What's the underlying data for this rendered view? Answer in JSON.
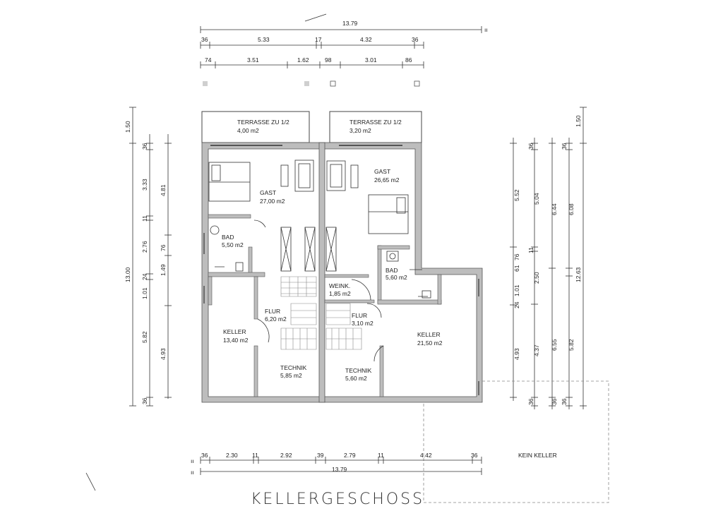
{
  "title": "KELLERGESCHOSS",
  "rooms": {
    "terrasse_left": {
      "name": "TERRASSE ZU 1/2",
      "area": "4,00 m2"
    },
    "terrasse_right": {
      "name": "TERRASSE ZU 1/2",
      "area": "3,20 m2"
    },
    "gast_left": {
      "name": "GAST",
      "area": "27,00 m2"
    },
    "gast_right": {
      "name": "GAST",
      "area": "26,65 m2"
    },
    "bad_left": {
      "name": "BAD",
      "area": "5,50 m2"
    },
    "bad_right": {
      "name": "BAD",
      "area": "5,60 m2"
    },
    "weink": {
      "name": "WEINK.",
      "area": "1,85 m2"
    },
    "flur_left": {
      "name": "FLUR",
      "area": "6,20 m2"
    },
    "flur_right": {
      "name": "FLUR",
      "area": "3,10 m2"
    },
    "keller_left": {
      "name": "KELLER",
      "area": "13,40 m2"
    },
    "keller_right": {
      "name": "KELLER",
      "area": "21,50 m2"
    },
    "technik_left": {
      "name": "TECHNIK",
      "area": "5,85 m2"
    },
    "technik_right": {
      "name": "TECHNIK",
      "area": "5,60 m2"
    },
    "kein_keller": "KEIN KELLER"
  },
  "dimensions": {
    "top_total": "13.79",
    "top_row2": [
      "36",
      "5.33",
      "17",
      "4.32",
      "36"
    ],
    "top_row3": [
      "74",
      "3.51",
      "1.62",
      "98",
      "3.01",
      "86"
    ],
    "bottom_row1": [
      "36",
      "2.30",
      "11",
      "2.92",
      "39",
      "2.79",
      "11",
      "4.42",
      "36"
    ],
    "bottom_total": "13.79",
    "left_outer": [
      "1.50",
      "13.00"
    ],
    "left_mid": [
      "36",
      "3.33",
      "11",
      "2.76",
      "24",
      "1.01",
      "5.82",
      "36"
    ],
    "left_inner": [
      "4.81",
      "76",
      "1.49",
      "4.93"
    ],
    "right_outer": [
      "1.50",
      "12.63"
    ],
    "right_a": [
      "36",
      "5.52",
      "11",
      "76",
      "61",
      "1.01",
      "24",
      "4.93",
      "36"
    ],
    "right_b": [
      "5.04",
      "2.50",
      "4.37"
    ],
    "right_c": [
      "6.44",
      "36",
      "6.55",
      "36"
    ],
    "right_d": [
      "6.08",
      "5.82",
      "36"
    ]
  }
}
